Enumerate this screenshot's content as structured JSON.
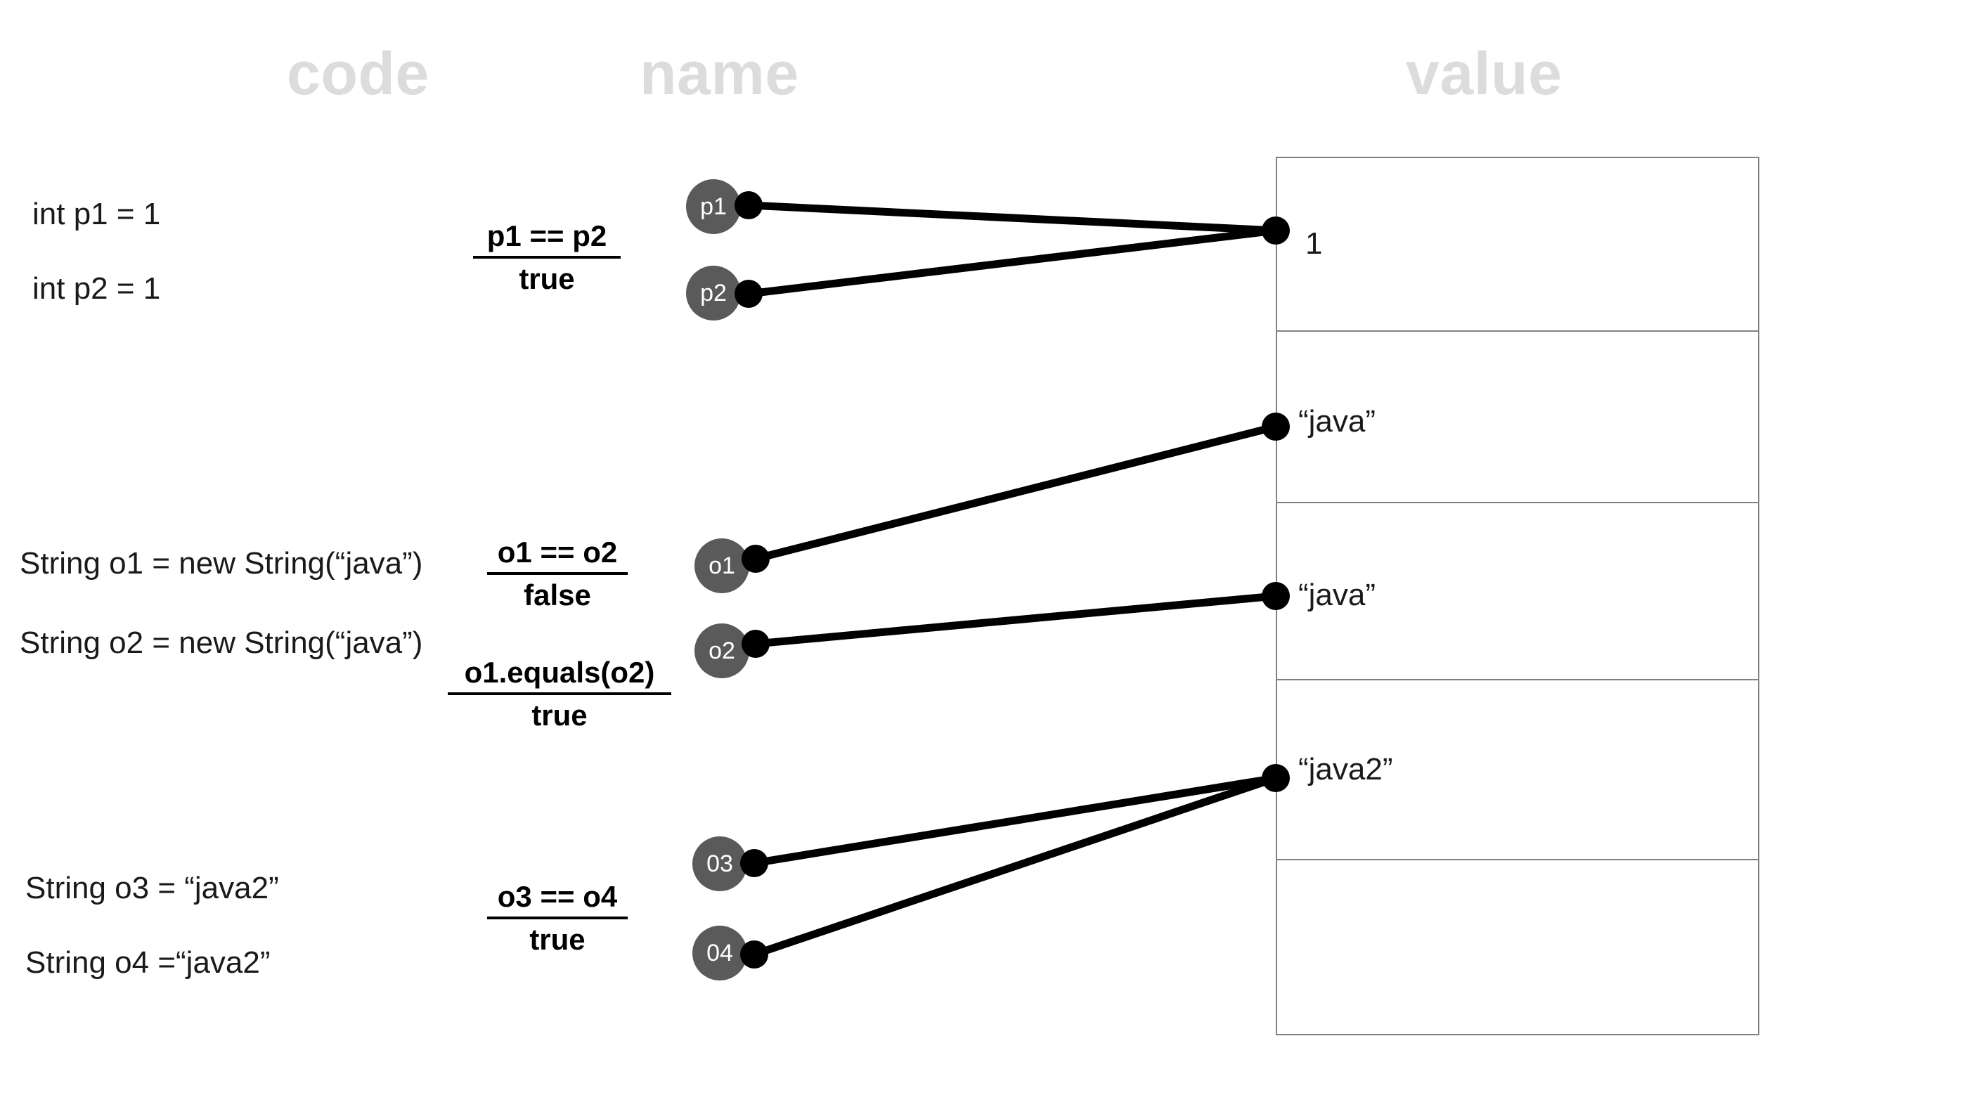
{
  "headers": {
    "code": "code",
    "name": "name",
    "value": "value"
  },
  "code_lines": [
    {
      "text": "int p1 = 1"
    },
    {
      "text": "int p2 = 1"
    },
    {
      "text": "String o1 = new String(“java”)"
    },
    {
      "text": "String o2 = new String(“java”)"
    },
    {
      "text": "String o3 = “java2”"
    },
    {
      "text": "String o4 =“java2”"
    }
  ],
  "expressions": [
    {
      "expression": "p1 == p2",
      "result": "true"
    },
    {
      "expression": "o1 == o2",
      "result": "false"
    },
    {
      "expression": "o1.equals(o2)",
      "result": "true"
    },
    {
      "expression": "o3 == o4",
      "result": "true"
    }
  ],
  "nodes": [
    {
      "label": "p1"
    },
    {
      "label": "p2"
    },
    {
      "label": "o1"
    },
    {
      "label": "o2"
    },
    {
      "label": "03"
    },
    {
      "label": "04"
    }
  ],
  "value_rows": [
    {
      "label": "1"
    },
    {
      "label": "“java”"
    },
    {
      "label": "“java”"
    },
    {
      "label": "“java2”"
    },
    {
      "label": ""
    }
  ],
  "colors": {
    "header_gray": "#dcdcdc",
    "node_gray": "#5a5a5a",
    "table_border": "#808080",
    "wire": "#000000",
    "text": "#1a1a1a"
  }
}
